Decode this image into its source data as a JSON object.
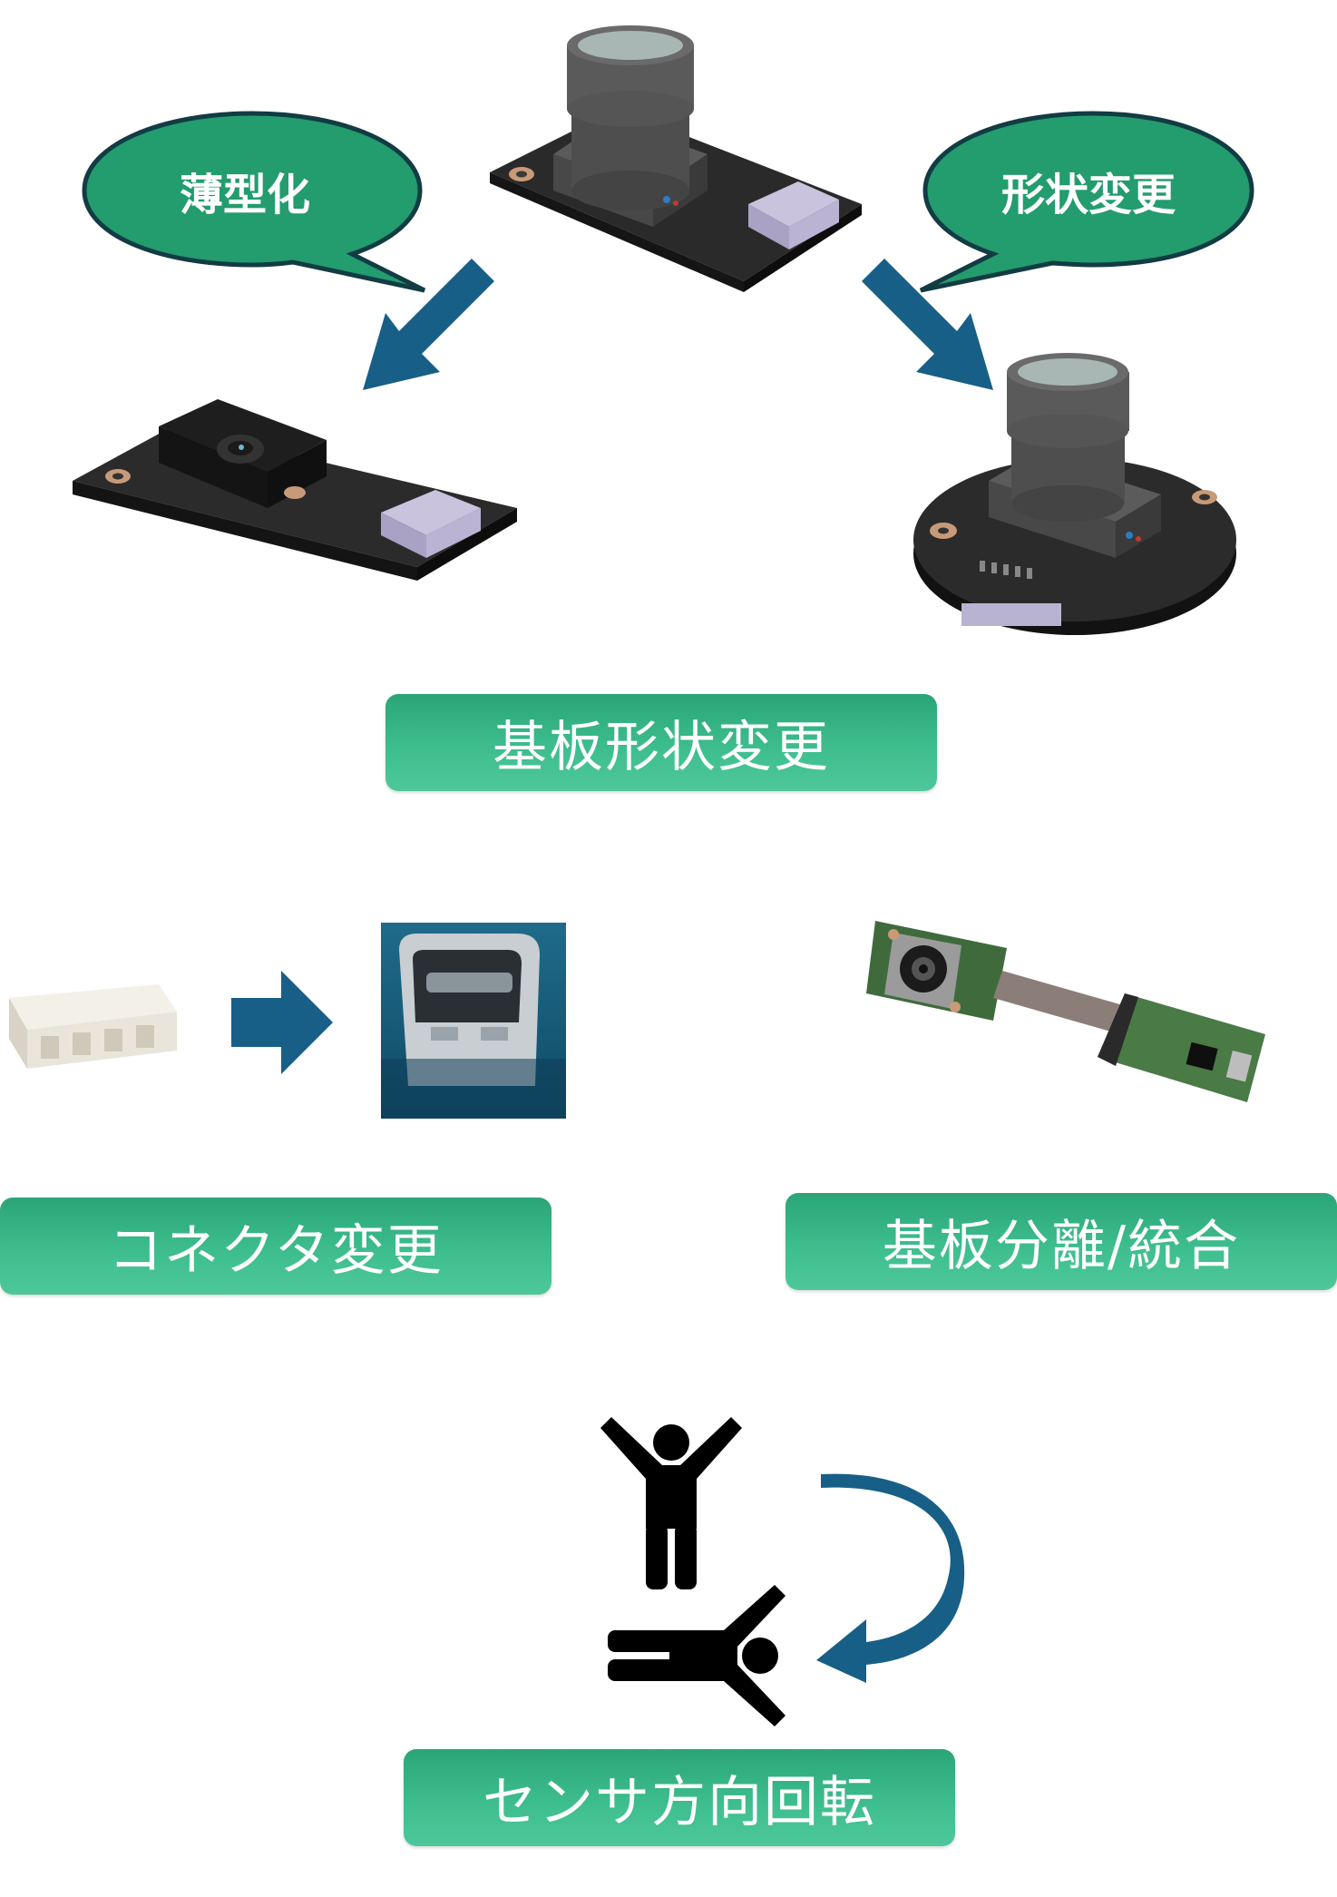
{
  "bubbles": {
    "thin": "薄型化",
    "shape": "形状変更"
  },
  "labels": {
    "board_shape": "基板形状変更",
    "connector": "コネクタ変更",
    "board_split": "基板分離/統合",
    "sensor_rotate": "センサ方向回転"
  },
  "colors": {
    "label_green": "#3ab884",
    "bubble_green": "#239c6e",
    "arrow_blue": "#175f86",
    "pcb_black": "#2a2a2a",
    "pcb_green": "#3f6b3c"
  },
  "icons": {
    "arrows": "arrow-icon",
    "person": "person-icon",
    "rotate": "curved-arrow-icon"
  }
}
